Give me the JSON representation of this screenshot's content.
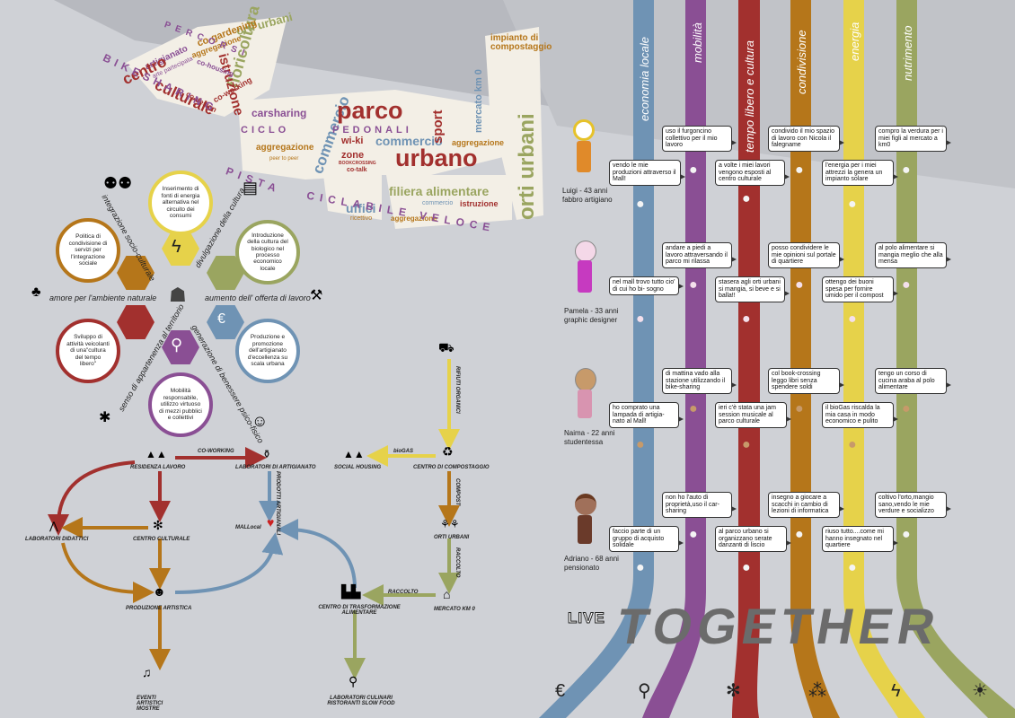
{
  "wordcloud": {
    "w1": "orti urbani",
    "w2": "floricoltura",
    "w3": "co-gardening",
    "w4": "aggregazione",
    "w5": "istruzione",
    "w6": "artigianato",
    "w7": "arte partecipata",
    "w8": "co-housing",
    "w9": "co-working",
    "w10": "co-design",
    "w11": "centro",
    "w12": "culturale",
    "w13": "BIKESHARING",
    "w14": "PERCORSI",
    "w15": "carsharing",
    "w16": "commercio",
    "w17": "parco",
    "w18": "urbano",
    "w19": "CICLO",
    "w20": "PEDONALI",
    "w21": "wi-ki",
    "w22": "zone",
    "w23": "BOOKCROSSING",
    "w24": "co-talk",
    "w25": "aggregazione",
    "w26": "peer to peer",
    "w27": "commercio",
    "w28": "uffici",
    "w29": "ricettivo",
    "w30": "aggregazione",
    "w31": "filiera alimentare",
    "w32": "commercio",
    "w33": "istruzione",
    "w34": "sport",
    "w35": "aggregazione",
    "w36": "mercato km 0",
    "w37": "impianto di compostaggio",
    "w38": "orti urbani",
    "w39": "PISTA",
    "w40": "CICLABILE VELOCE"
  },
  "radial": {
    "c1": "Inserimento di fonti di energia alternativa nel circuito dei consumi",
    "c2": "Introduzione della cultura del biologico nel processo economico locale",
    "c3": "Politica di condivisione di servizi per l'integrazione sociale",
    "c4": "Sviluppo di attività veicolanti di una\"cultura del tempo libero\"",
    "c5": "Produzione e promozione dell'artigianato d'eccellenza su scala urbana",
    "c6": "Mobilità responsabile, utilizzo virtuoso di mezzi pubblici e collettivi",
    "r1": "integrazione socio-culturale",
    "r2": "divulgazione della cultura",
    "r3": "amore per l'ambiente naturale",
    "r4": "aumento dell' offerta di lavoro",
    "r5": "senso di appartenenza al territorio",
    "r6": "generazione di benessere psico-fisico"
  },
  "flow": {
    "residenza": "RESIDENZA LAVORO",
    "coworking": "CO-WORKING",
    "laboratori_art": "LABORATORI DI ARTIGIANATO",
    "prodotti": "PRODOTTI ARTIGIANALI",
    "didattici": "LABORATORI DIDATTICI",
    "centro_cult": "CENTRO CULTURALE",
    "mall": "MALLocal",
    "produzione": "PRODUZIONE ARTISTICA",
    "eventi": "EVENTI ARTISTICI MOSTRE",
    "rifiuti": "RIFIUTI ORGANICI",
    "biogas": "bioGAS",
    "social": "SOCIAL HOUSING",
    "compost_centro": "CENTRO DI COMPOSTAGGIO",
    "compost": "COMPOST",
    "orti": "ORTI URBANI",
    "raccolto1": "RACCOLTO",
    "raccolto2": "RACCOLTO",
    "mercato": "MERCATO KM 0",
    "trasformazione": "CENTRO DI TRASFORMAZIONE ALIMENTARE",
    "culinari": "LABORATORI CULINARI RISTORANTI SLOW FOOD"
  },
  "categories": [
    "economia locale",
    "mobilità",
    "tempo libero e cultura",
    "condivisione",
    "energia",
    "nutrimento"
  ],
  "colors": {
    "economia": "#6f93b4",
    "mobilita": "#8a4f94",
    "tempo": "#a2302e",
    "condivisione": "#b5761a",
    "energia": "#e6d24a",
    "nutrimento": "#9aa560"
  },
  "personas": [
    {
      "name": "Luigi - 43 anni",
      "role": "fabbro artigiano"
    },
    {
      "name": "Pamela - 33 anni",
      "role": "graphic designer"
    },
    {
      "name": "Naima - 22 anni",
      "role": "studentessa"
    },
    {
      "name": "Adriano - 68 anni",
      "role": "pensionato"
    }
  ],
  "bubbles": {
    "b1": "uso il furgoncino collettivo per il mio lavoro",
    "b2": "condivido il mio spazio di lavoro con Nicola il falegname",
    "b3": "compro la verdura per i miei figli al mercato a km0",
    "b4": "vendo le mie produzioni attraverso il Mall!",
    "b5": "a volte i miei lavori vengono esposti al centro culturale",
    "b6": "l'energia per i miei attrezzi la genera un impianto solare",
    "b7": "andare a piedi a lavoro attraversando il parco mi rilassa",
    "b8": "posso condividere le mie opinioni sul portale di quartiere",
    "b9": "al polo alimentare si mangia meglio che alla mensa",
    "b10": "nel mall trovo tutto cio' di cui ho bi- sogno",
    "b11": "stasera agli orti urbani si mangia, si beve e si balla!!",
    "b12": "ottengo dei buoni spesa per fornire umido per il compost",
    "b13": "di mattina vado alla stazione utilizzando il bike-sharing",
    "b14": "col book-crossing leggo libri senza spendere soldi",
    "b15": "tengo un corso di cucina araba al polo alimentare",
    "b16": "ho comprato una lampada di artigia- nato al Mall!",
    "b17": "ieri c'è stata una jam session musicale al parco culturale",
    "b18": "il bioGas riscalda la mia casa in modo economico e pulito",
    "b19": "non ho l'auto di proprietà,uso il car-sharing",
    "b20": "insegno a giocare a scacchi in cambio di lezioni di informatica",
    "b21": "coltivo l'orto,mangio sano,vendo le mie verdure e socializzo",
    "b22": "faccio parte di un gruppo di acquisto solidale",
    "b23": "al parco urbano si organizzano serate danzanti di liscio",
    "b24": "riuso tutto....come mi hanno insegnato nel quartiere"
  },
  "footer": {
    "live": "LIVE",
    "together": "TOGETHER"
  }
}
